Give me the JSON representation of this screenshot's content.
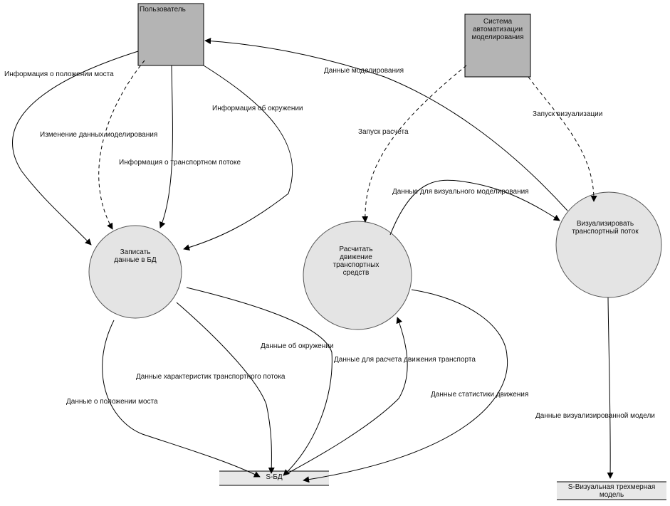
{
  "entities": {
    "user": {
      "label": "Пользователь"
    },
    "automation": {
      "label": "Система автоматизации моделирования"
    }
  },
  "processes": {
    "write_db": {
      "label": "Записать данные в БД"
    },
    "calc_motion": {
      "label": "Расчитать движение транспортных средств"
    },
    "visualize": {
      "label": "Визуализировать транспортный поток"
    }
  },
  "stores": {
    "db": {
      "label": "S-БД"
    },
    "visual_model": {
      "label": "S-Визуальная трехмерная модель"
    }
  },
  "flows": {
    "bridge_info": "Информация о положении моста",
    "change_model_data": "Изменение данных моделирования",
    "traffic_info": "Информация о транспортном потоке",
    "environment_info": "Информация об окружении",
    "model_data": "Данные моделирования",
    "start_calc": "Запуск расчета",
    "start_visual": "Запуск визуализации",
    "visual_model_data": "Данные для визуального моделирования",
    "environment_data": "Данные об окружении",
    "traffic_char_data": "Данные характеристик транспортного потока",
    "bridge_position_data": "Данные о положении моста",
    "motion_calc_data": "Данные для расчета движения транспорта",
    "motion_stats_data": "Данные статистики движения",
    "visualized_model_data": "Данные визуализированной модели"
  },
  "colors": {
    "entity_fill": "#b4b4b4",
    "process_fill": "#e4e4e4",
    "store_fill": "#e8e8e8",
    "line": "#000000"
  }
}
